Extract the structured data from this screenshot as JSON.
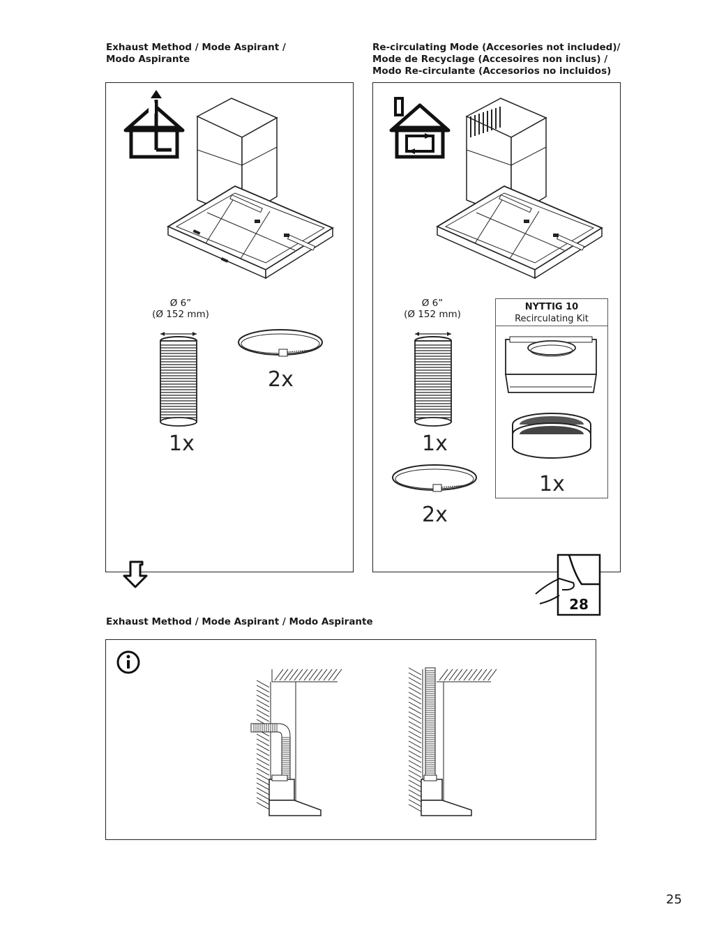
{
  "exhaust_heading": "Exhaust Method / Mode Aspirant /\nModo Aspirante",
  "recirc_heading": "Re-circulating Mode (Accesories not included)/\nMode de Recyclage (Accesoires non inclus) /\nModo Re-circulante (Accesorios no incluidos)",
  "exhaust_panel": {
    "duct_label": "Ø 6”\n(Ø 152 mm)",
    "duct_qty": "1x",
    "clamp_qty": "2x"
  },
  "recirc_panel": {
    "duct_label": "Ø 6”\n(Ø 152 mm)",
    "duct_qty": "1x",
    "clamp_qty": "2x",
    "kit": {
      "title": "NYTTIG 10",
      "subtitle": "Recirculating Kit",
      "qty": "1x"
    },
    "page_ref": "28"
  },
  "install_heading": "Exhaust Method / Mode Aspirant / Modo Aspirante",
  "page_number": "25"
}
